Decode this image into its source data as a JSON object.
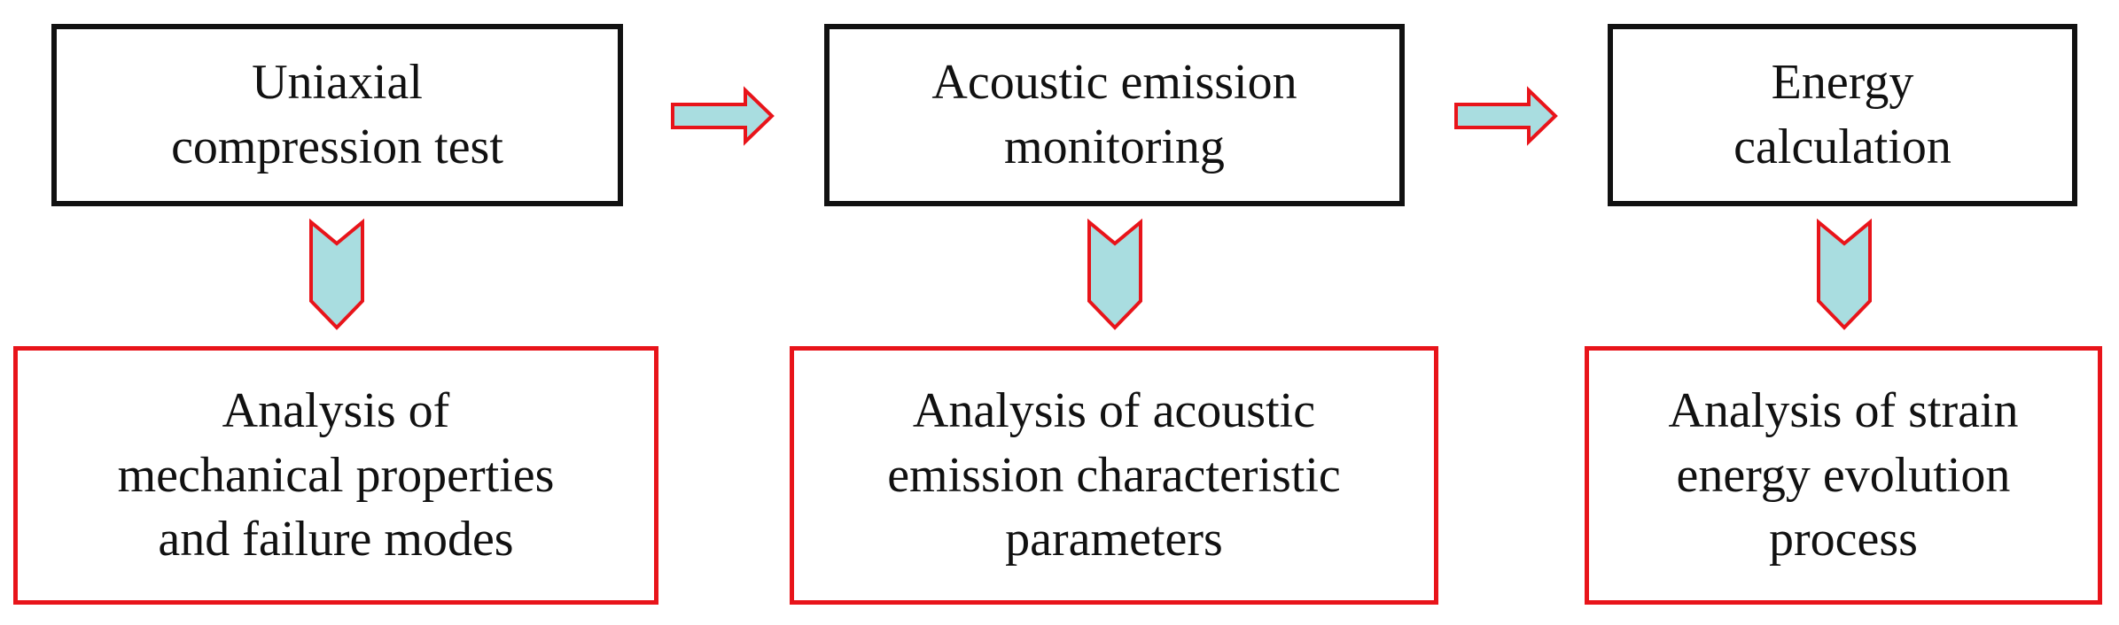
{
  "steps": [
    {
      "label": "Uniaxial\ncompression test"
    },
    {
      "label": "Acoustic emission\nmonitoring"
    },
    {
      "label": "Energy\ncalculation"
    }
  ],
  "analyses": [
    {
      "label": "Analysis of\nmechanical properties\nand failure modes"
    },
    {
      "label": "Analysis of acoustic\nemission characteristic\nparameters"
    },
    {
      "label": "Analysis of strain\nenergy evolution\nprocess"
    }
  ],
  "colors": {
    "arrow_fill": "#a9dde0",
    "arrow_stroke": "#e8141a",
    "top_border": "#111111",
    "bottom_border": "#e8141a"
  }
}
